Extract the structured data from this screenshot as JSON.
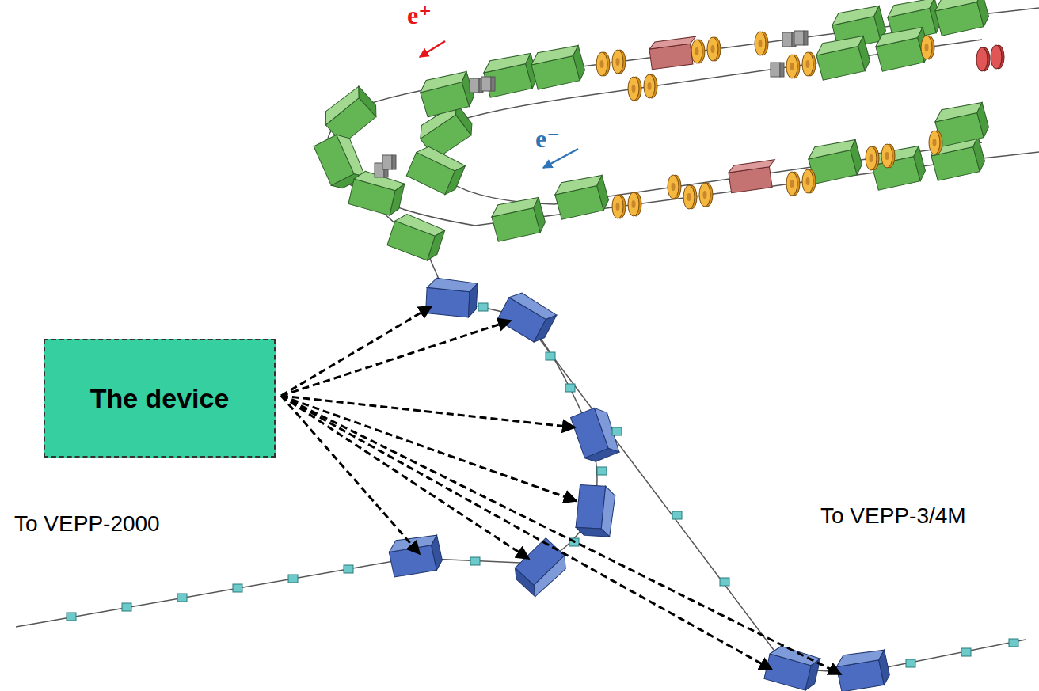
{
  "diagram": {
    "nodes": [
      {
        "text": [
          "The device"
        ]
      }
    ],
    "labels": [
      "e⁺",
      "e⁻",
      "To VEPP-2000",
      "To VEPP-3/4M"
    ]
  }
}
